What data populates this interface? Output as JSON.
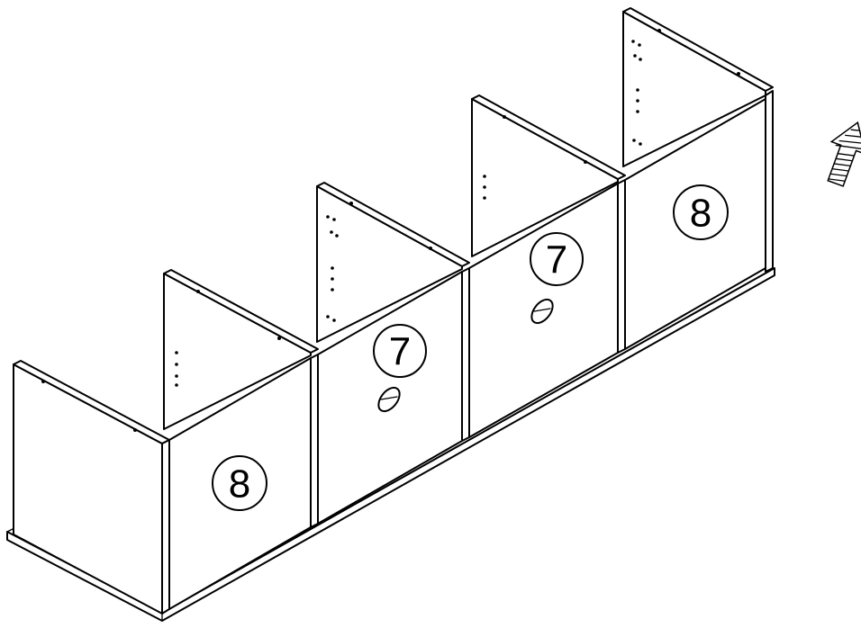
{
  "diagram": {
    "part_labels": {
      "front_left": "8",
      "front_mid_left": "7",
      "front_mid_right": "7",
      "front_right": "8"
    },
    "direction_arrow": {
      "icon": "hatched-arrow-down-left-icon"
    },
    "colors": {
      "line": "#000000",
      "background": "#ffffff"
    }
  }
}
